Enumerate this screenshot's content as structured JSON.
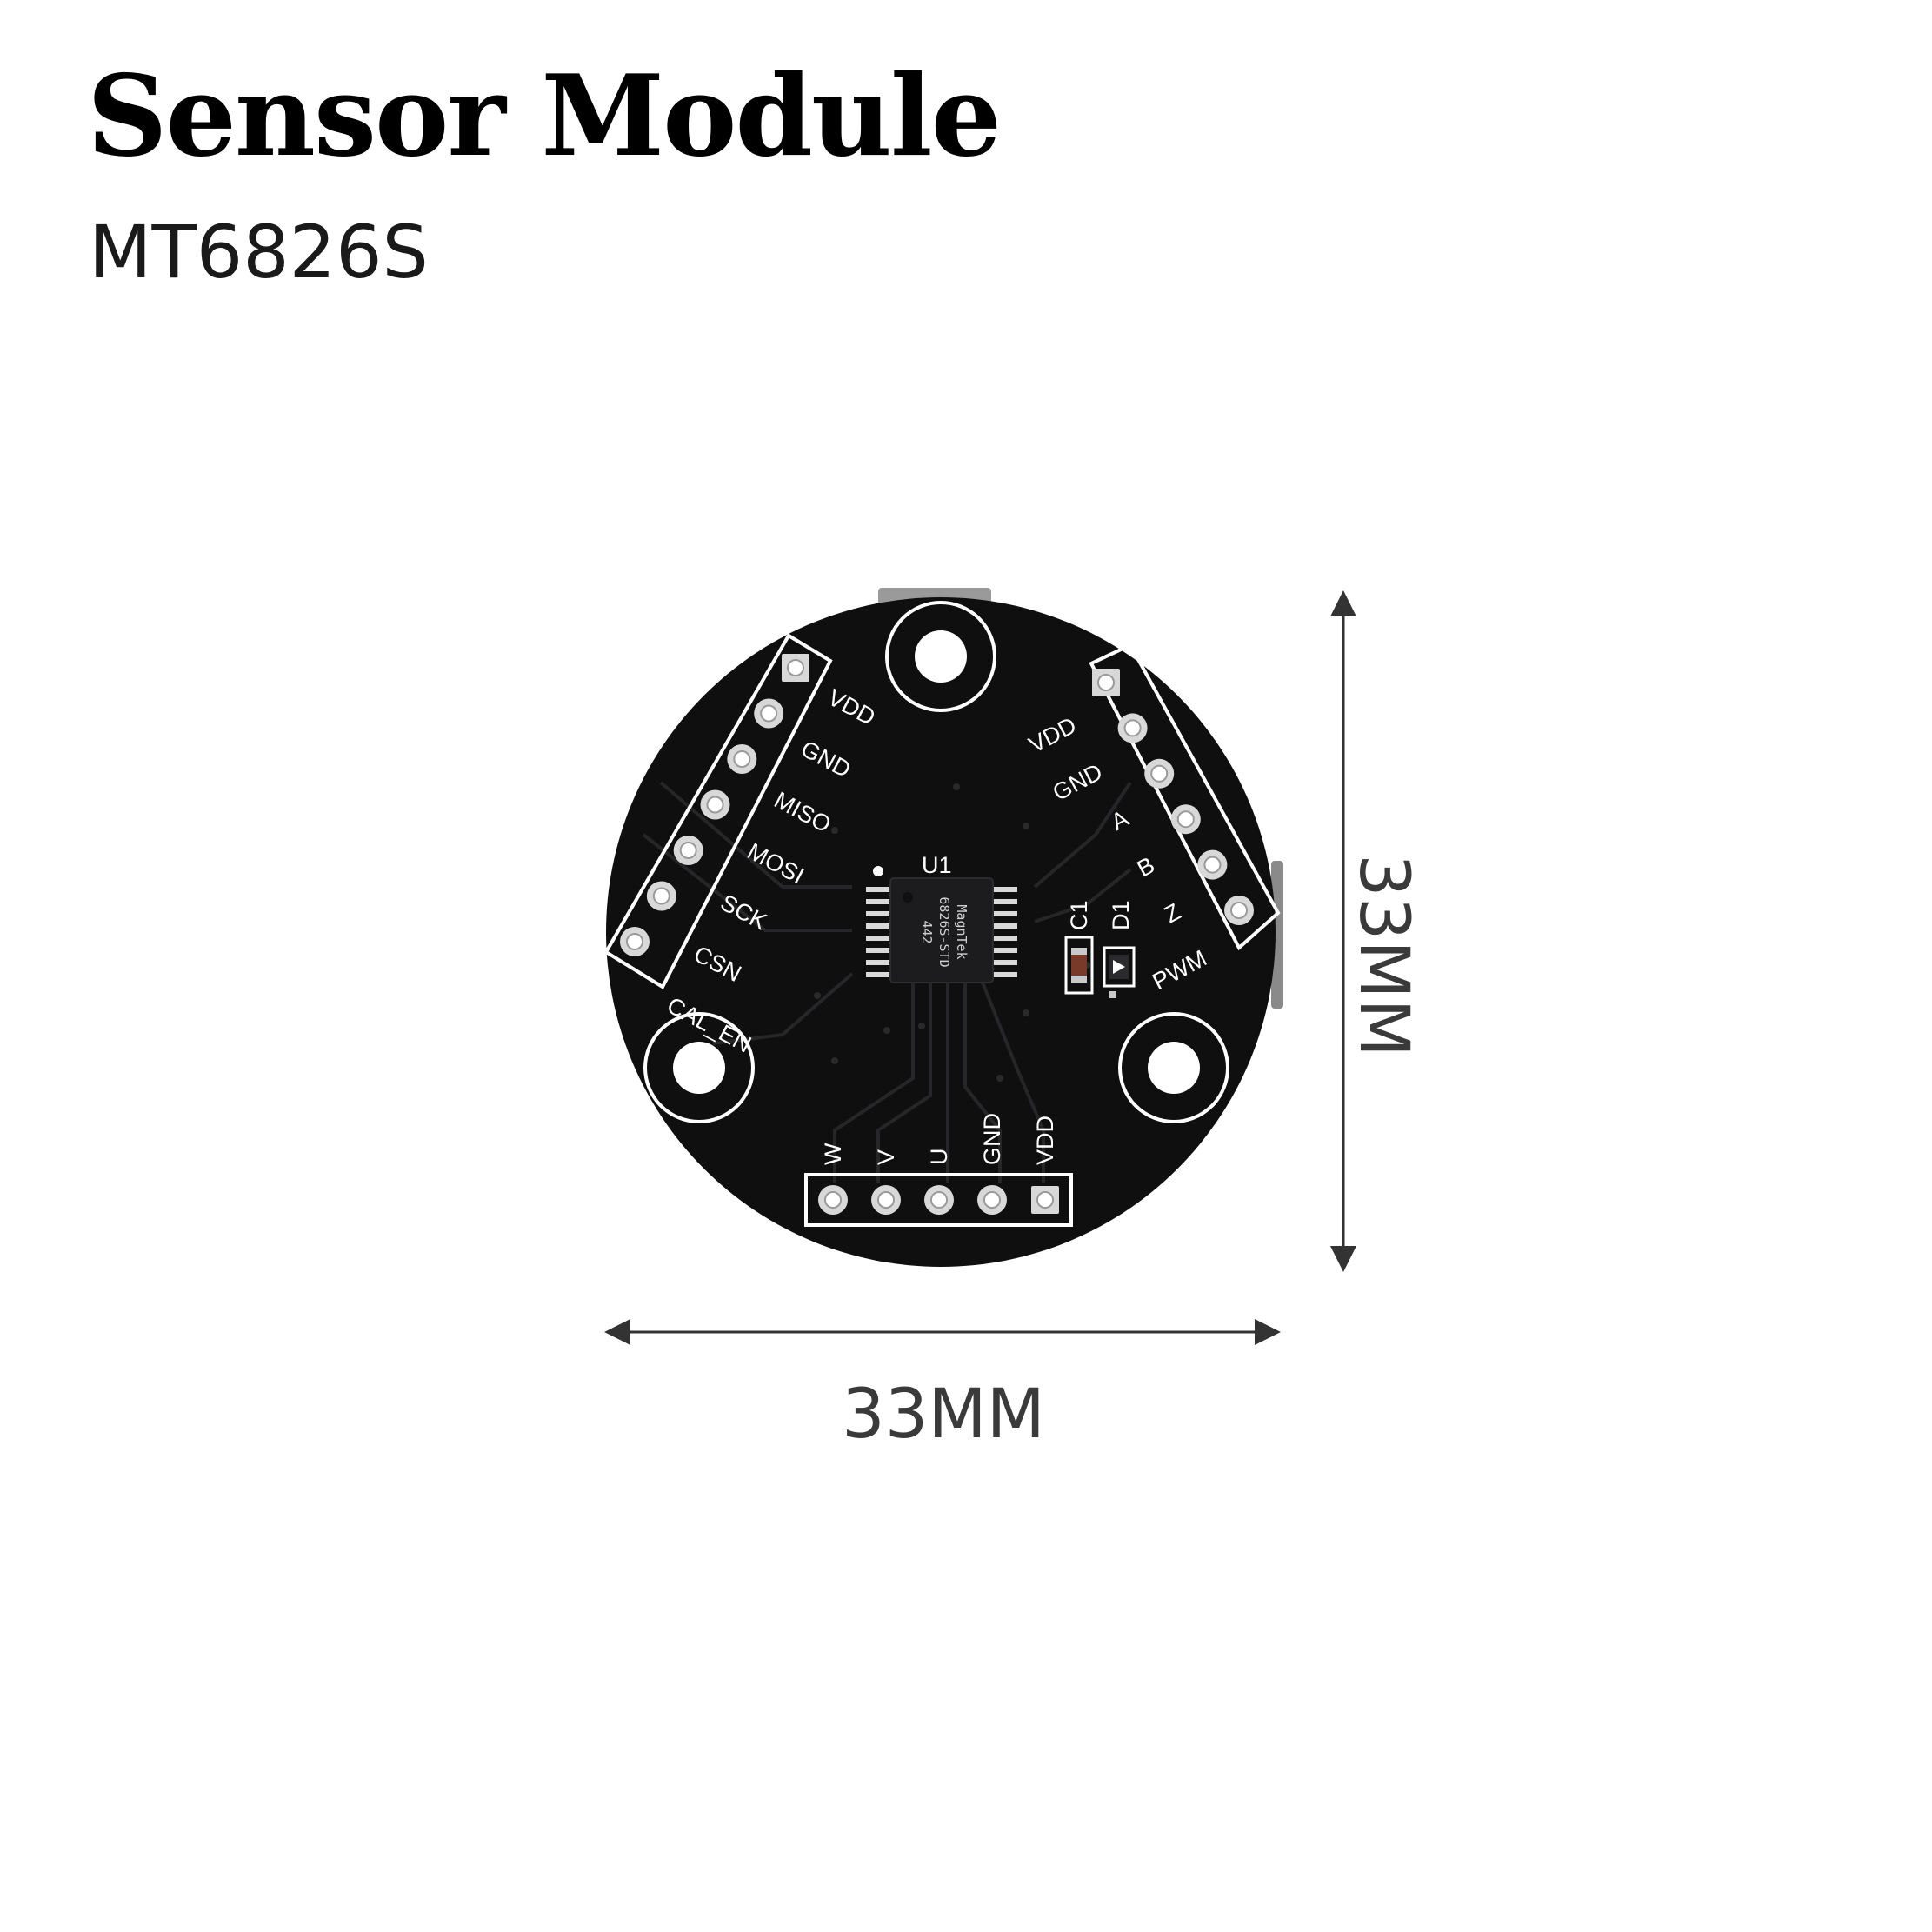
{
  "header": {
    "title": "Sensor Module",
    "subtitle": "MT6826S"
  },
  "dimensions": {
    "width_label": "33MM",
    "height_label": "33MM"
  },
  "board": {
    "color": "#0f0f10",
    "silkscreen_color": "#ffffff",
    "chip": {
      "designator": "U1",
      "marking": [
        "MagnTek",
        "6826S-STD",
        "442"
      ]
    },
    "components": {
      "capacitor": "C1",
      "diode": "D1"
    },
    "spi_header": [
      "VDD",
      "GND",
      "MISO",
      "MOSI",
      "SCK",
      "CSN",
      "CAL_EN"
    ],
    "abz_header": [
      "VDD",
      "GND",
      "A",
      "B",
      "Z",
      "PWM"
    ],
    "uvw_header": [
      "W",
      "V",
      "U",
      "GND",
      "VDD"
    ]
  }
}
